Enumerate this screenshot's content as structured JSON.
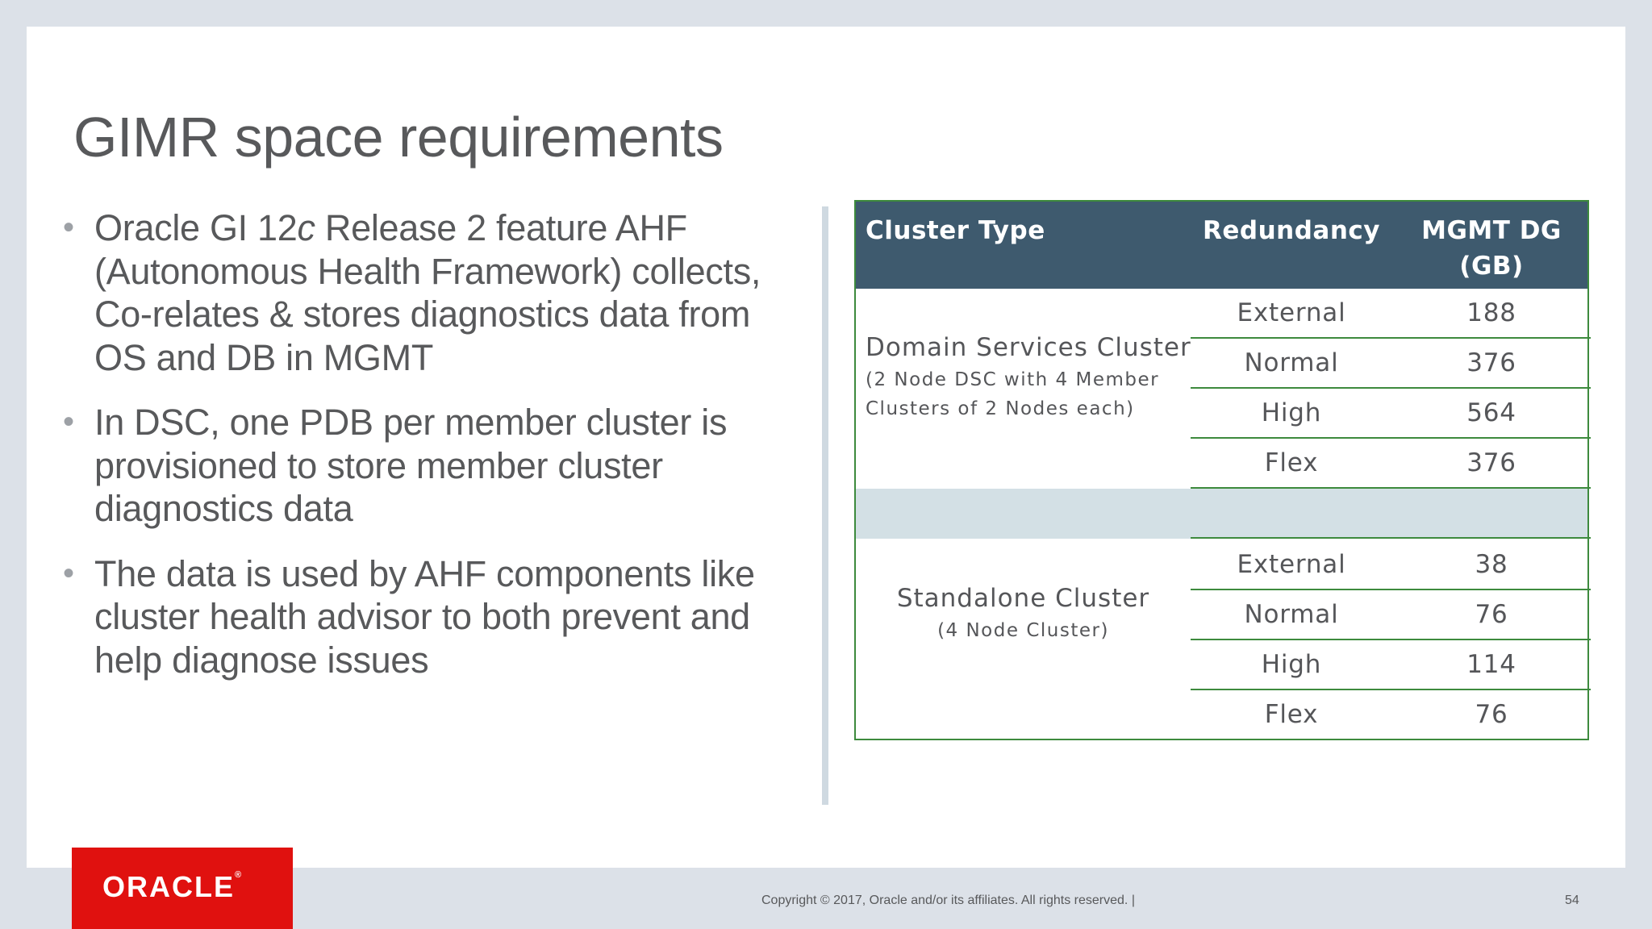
{
  "slide": {
    "title": "GIMR space requirements",
    "bullets": [
      "Oracle GI 12c Release 2 feature AHF (Autonomous Health Framework) collects, Co-relates & stores diagnostics data from OS and DB in MGMT",
      "In DSC, one PDB per member cluster is provisioned to store member cluster diagnostics data",
      "The data is used by AHF components like cluster health advisor to both prevent and help diagnose issues"
    ]
  },
  "table": {
    "headers": {
      "cluster_type": "Cluster Type",
      "redundancy": "Redundancy",
      "mgmt_dg_line1": "MGMT DG",
      "mgmt_dg_line2": "(GB)"
    },
    "groups": [
      {
        "name": "Domain Services Cluster",
        "sub_line1": "(2 Node DSC with 4 Member",
        "sub_line2": "Clusters of 2 Nodes each)",
        "rows": [
          {
            "redundancy": "External",
            "mgmt_dg": "188"
          },
          {
            "redundancy": "Normal",
            "mgmt_dg": "376"
          },
          {
            "redundancy": "High",
            "mgmt_dg": "564"
          },
          {
            "redundancy": "Flex",
            "mgmt_dg": "376"
          }
        ]
      },
      {
        "name": "Standalone Cluster",
        "sub_line1": "(4 Node Cluster)",
        "rows": [
          {
            "redundancy": "External",
            "mgmt_dg": "38"
          },
          {
            "redundancy": "Normal",
            "mgmt_dg": "76"
          },
          {
            "redundancy": "High",
            "mgmt_dg": "114"
          },
          {
            "redundancy": "Flex",
            "mgmt_dg": "76"
          }
        ]
      }
    ]
  },
  "footer": {
    "logo": "ORACLE",
    "copyright": "Copyright © 2017, Oracle and/or its affiliates. All rights reserved.  |",
    "page_number": "54"
  },
  "colors": {
    "header_bg": "#3e5a6e",
    "table_border": "#3d8a3d",
    "separator_row": "#d3e0e5",
    "logo_red": "#e0110f",
    "text_gray": "#58595b"
  }
}
